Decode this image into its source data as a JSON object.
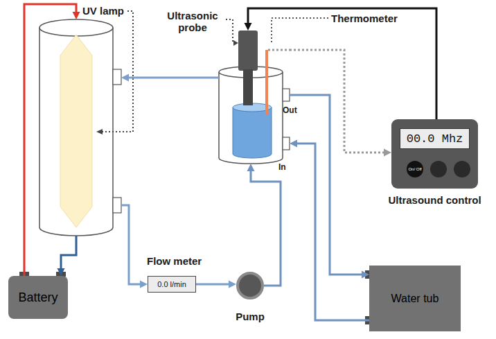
{
  "diagram": {
    "nodes": [
      {
        "text": [
          "UV lamp"
        ]
      },
      {
        "text": [
          "Out",
          "In"
        ]
      },
      {
        "text": [
          "00.0 Mhz",
          "On/ Off",
          "Ultrasound control"
        ]
      },
      {
        "text": [
          "Flow meter",
          "0.0 l/min"
        ]
      },
      {
        "text": [
          "Pump"
        ]
      },
      {
        "text": [
          "Water tub"
        ]
      },
      {
        "text": [
          "Battery"
        ]
      }
    ],
    "edges": [
      {
        "from": 6,
        "to": 0,
        "arrow": "to"
      },
      {
        "from": 0,
        "to": 6,
        "arrow": "to"
      },
      {
        "from": 1,
        "to": 0,
        "arrow": "to"
      },
      {
        "from": 0,
        "to": 3,
        "arrow": "to"
      },
      {
        "from": 3,
        "to": 4,
        "arrow": "to"
      },
      {
        "from": 4,
        "to": 1,
        "arrow": "to"
      },
      {
        "from": 1,
        "to": 5,
        "arrow": "to"
      },
      {
        "from": 5,
        "to": 1,
        "arrow": "to"
      },
      {
        "from": 2,
        "to": 1,
        "arrow": "to"
      },
      {
        "from": 1,
        "to": 2,
        "arrow": "to"
      }
    ],
    "labels": [
      "Ultrasonic probe",
      "Thermometer"
    ]
  }
}
